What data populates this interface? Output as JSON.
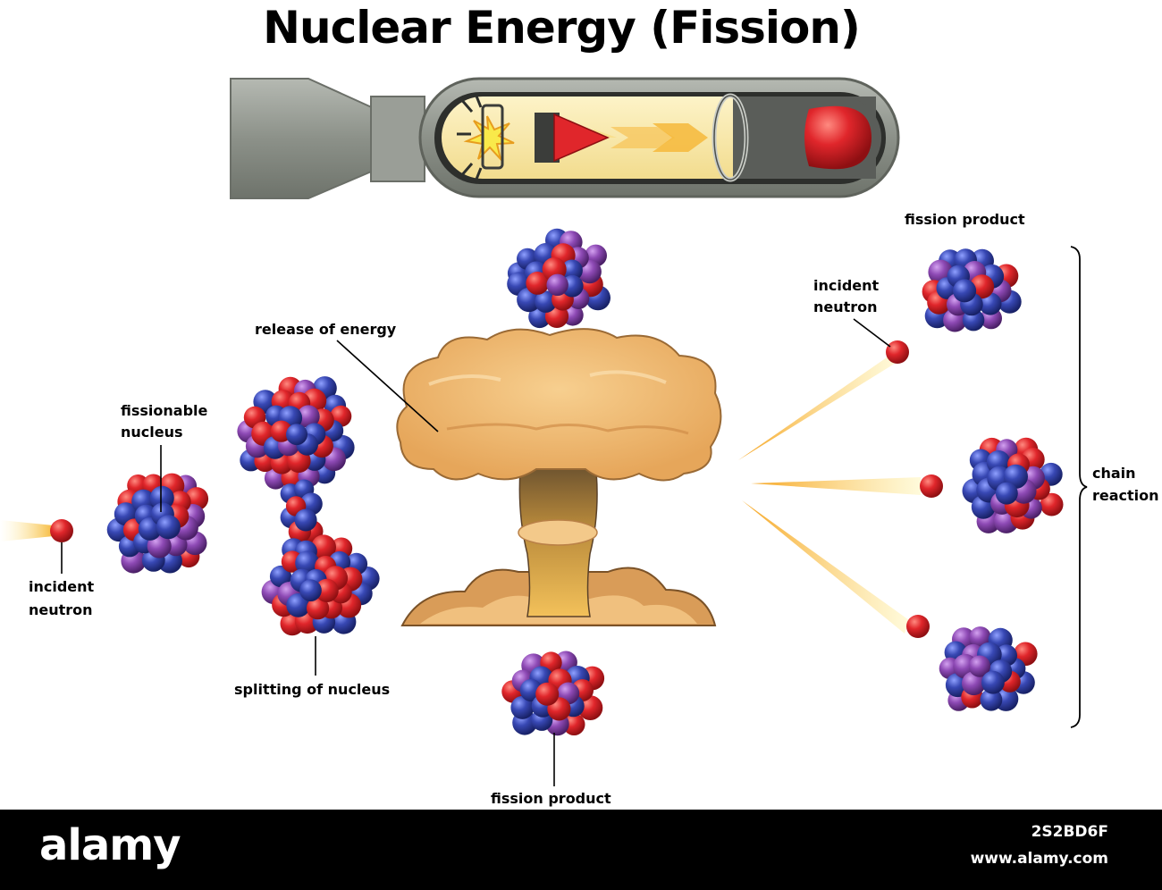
{
  "title": "Nuclear Energy (Fission)",
  "labels": {
    "fission_product_top": "fission product",
    "incident_neutron_right_1": "incident",
    "incident_neutron_right_2": "neutron",
    "release_of_energy": "release of energy",
    "fissionable_nucleus_1": "fissionable",
    "fissionable_nucleus_2": "nucleus",
    "incident_neutron_left_1": "incident",
    "incident_neutron_left_2": "neutron",
    "splitting_of_nucleus": "splitting of nucleus",
    "fission_product_bottom": "fission product",
    "chain_reaction_1": "chain",
    "chain_reaction_2": "reaction"
  },
  "watermark": {
    "logo": "alamy",
    "image_id": "2S2BD6F",
    "site": "www.alamy.com"
  },
  "colors": {
    "proton": "#e0262b",
    "neutron": "#3848b4",
    "other": "#8e4ab5",
    "cloud": "#f0b971",
    "bomb_shell": "#8c9189"
  }
}
